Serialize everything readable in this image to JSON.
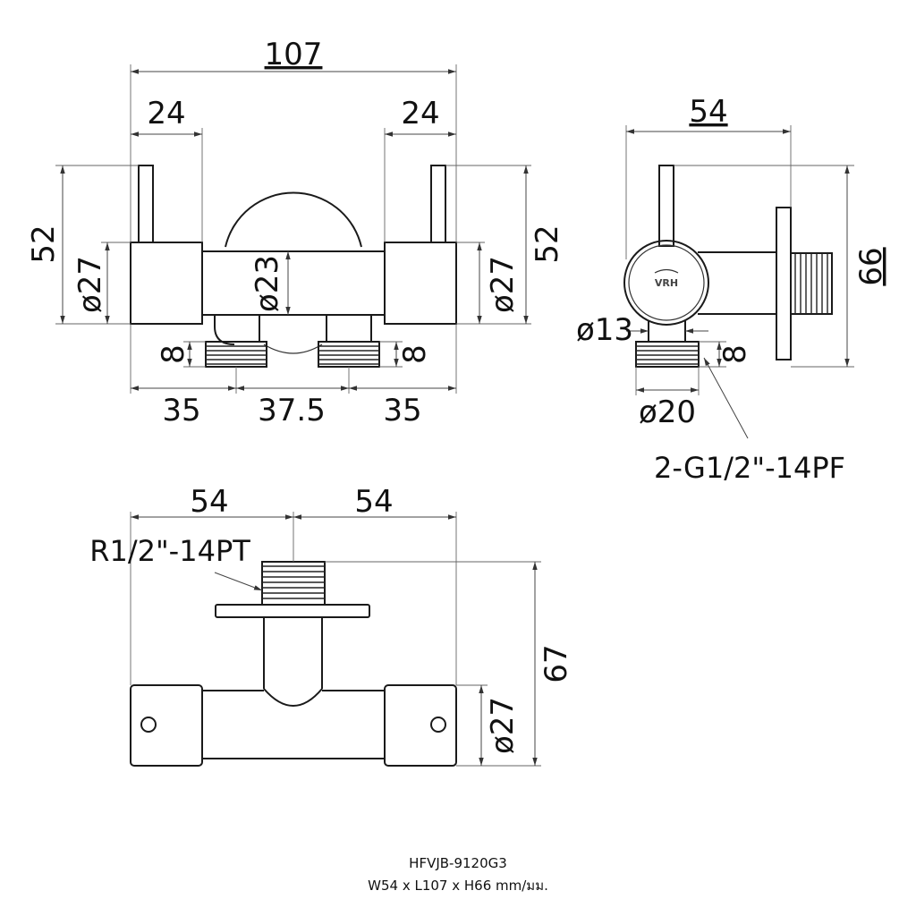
{
  "front_view": {
    "overall_length": "107",
    "left_handle_width": "24",
    "right_handle_width": "24",
    "left_height": "52",
    "right_height": "52",
    "left_body_dia": "ø27",
    "right_body_dia": "ø27",
    "center_dia": "ø23",
    "left_thread_len": "8",
    "right_thread_len": "8",
    "spacing_left": "35",
    "spacing_center": "37.5",
    "spacing_right": "35"
  },
  "side_view": {
    "width": "54",
    "height": "66",
    "outlet_dia": "ø13",
    "thread_dia": "ø20",
    "thread_len": "8",
    "thread_spec": "2-G1/2\"-14PF",
    "logo_text": "VRH"
  },
  "top_view": {
    "left_half": "54",
    "right_half": "54",
    "inlet_thread_spec": "R1/2\"-14PT",
    "height": "67",
    "body_dia": "ø27"
  },
  "caption": {
    "model": "HFVJB-9120G3",
    "dimensions": "W54 x L107 x H66 mm/มม."
  }
}
